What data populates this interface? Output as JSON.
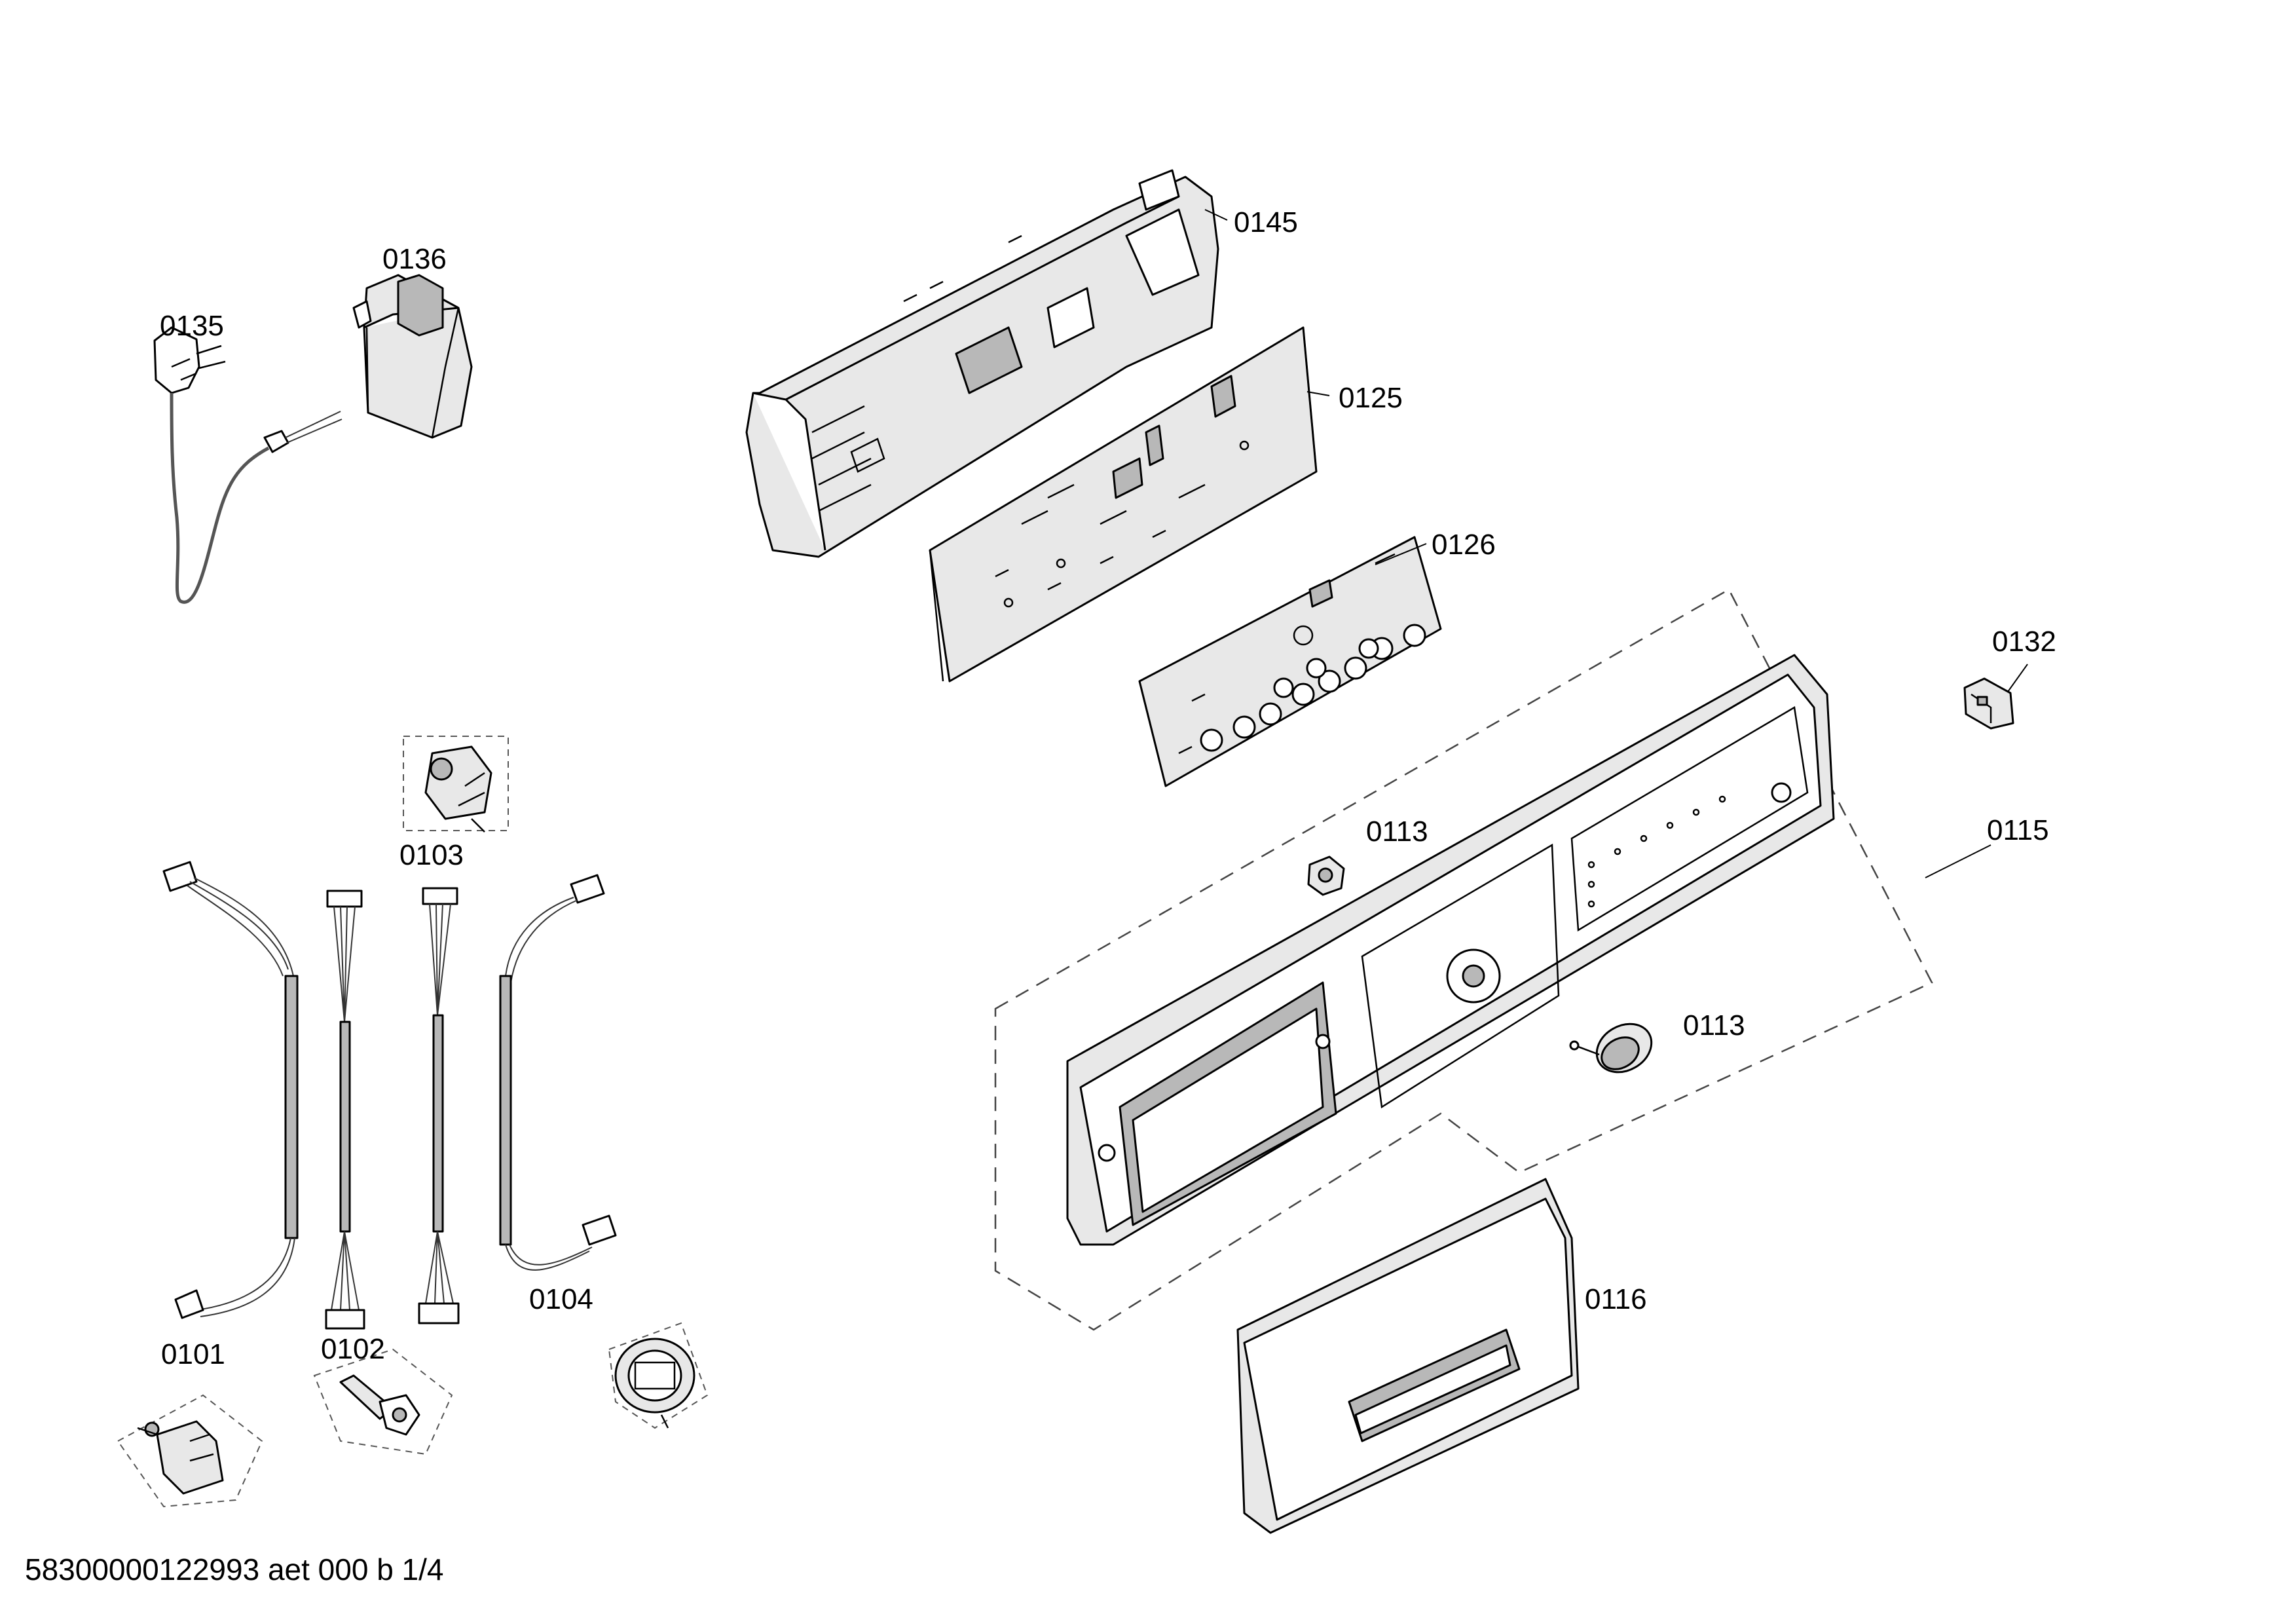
{
  "labels": {
    "p0145": "0145",
    "p0136": "0136",
    "p0135": "0135",
    "p0125": "0125",
    "p0126": "0126",
    "p0132": "0132",
    "p0103": "0103",
    "p0113a": "0113",
    "p0115": "0115",
    "p0113b": "0113",
    "p0104": "0104",
    "p0116": "0116",
    "p0101": "0101",
    "p0102": "0102"
  },
  "footer": {
    "code": "58300000122993 aet 000 b 1/4"
  }
}
